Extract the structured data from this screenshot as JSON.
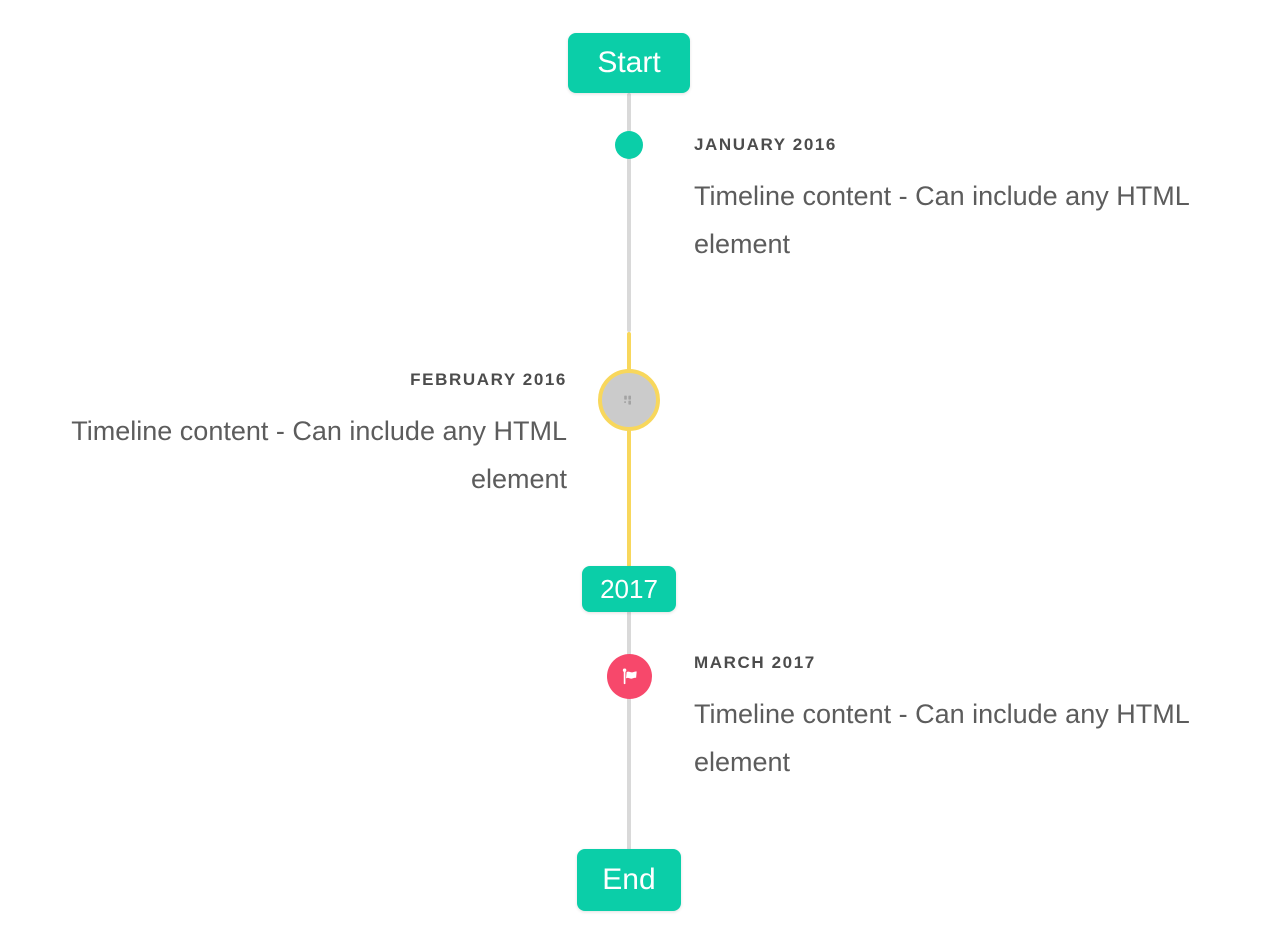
{
  "timeline": {
    "start_label": "Start",
    "end_label": "End",
    "year_badge": "2017",
    "colors": {
      "accent_teal": "#0bcea8",
      "warning_yellow": "#f8d75c",
      "danger_red": "#f7486b",
      "line_gray": "#d9d9d9",
      "avatar_gray": "#cbcbcb",
      "title_text": "#4c4c4c",
      "content_text": "#5c5c5c"
    },
    "items": [
      {
        "title": "JANUARY 2016",
        "content": "Timeline content - Can include any HTML element",
        "side": "right",
        "marker": "teal-dot"
      },
      {
        "title": "FEBRUARY 2016",
        "content": "Timeline content - Can include any HTML element",
        "side": "left",
        "marker": "gray-avatar-yellow-ring"
      },
      {
        "title": "MARCH 2017",
        "content": "Timeline content - Can include any HTML element",
        "side": "right",
        "marker": "red-flag"
      }
    ]
  }
}
